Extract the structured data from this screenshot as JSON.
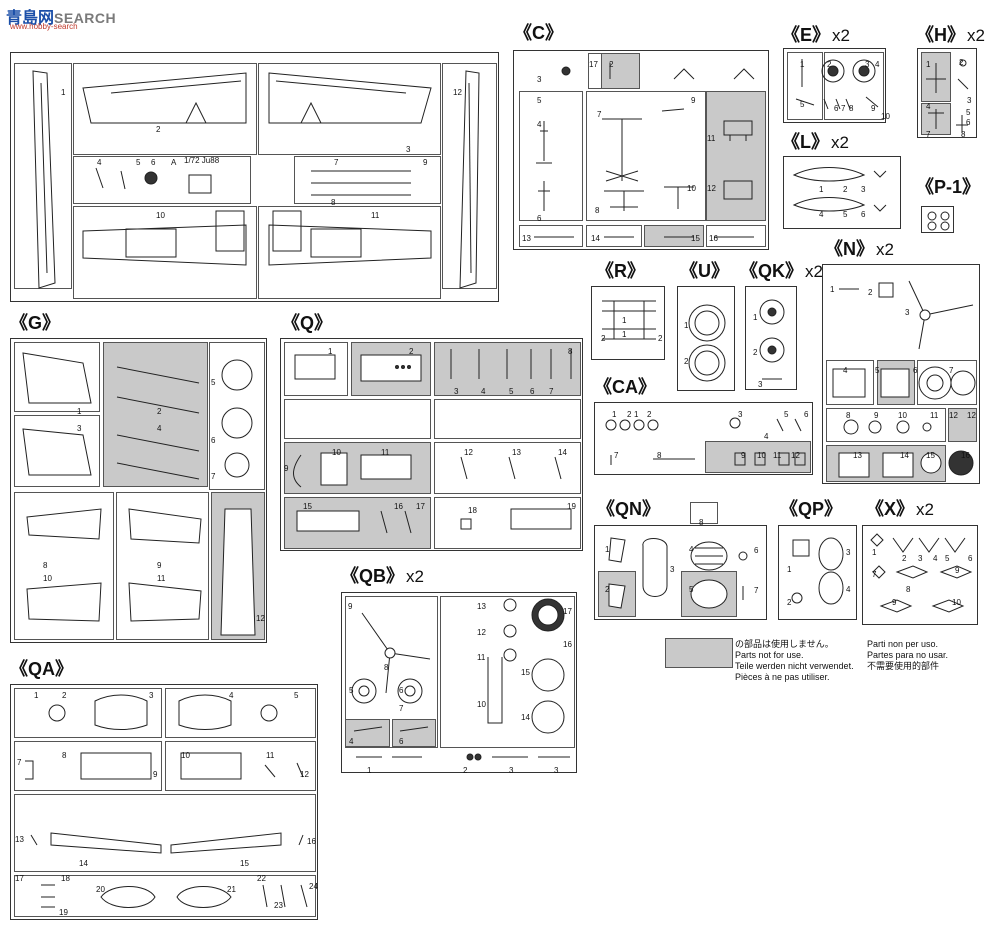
{
  "logo": {
    "mark": "青島网",
    "word": "SEARCH",
    "sub": "www.hobby-search"
  },
  "legend": {
    "left": [
      "の部品は使用しません。",
      "Parts not for use.",
      "Teile werden nicht verwendet.",
      "Pièces à ne pas utiliser."
    ],
    "right": [
      "Parti non per uso.",
      "Partes para no usar.",
      "不需要使用的部件"
    ]
  },
  "sprues": [
    {
      "id": "A",
      "label": "",
      "x2": "",
      "nums": [
        [
          "1",
          60,
          88
        ],
        [
          "2",
          155,
          125
        ],
        [
          "3",
          405,
          145
        ],
        [
          "4",
          96,
          158
        ],
        [
          "5",
          135,
          158
        ],
        [
          "6",
          150,
          158
        ],
        [
          "A",
          170,
          158
        ],
        [
          "1/72 Ju88",
          183,
          156
        ],
        [
          "7",
          333,
          158
        ],
        [
          "8",
          330,
          198
        ],
        [
          "9",
          422,
          158
        ],
        [
          "10",
          155,
          211
        ],
        [
          "11",
          370,
          211
        ],
        [
          "12",
          452,
          88
        ]
      ]
    },
    {
      "id": "C",
      "label": "《C》",
      "x2": "",
      "nums": [
        [
          "17",
          588,
          60
        ],
        [
          "2",
          608,
          60
        ],
        [
          "3",
          536,
          75
        ],
        [
          "4",
          536,
          120
        ],
        [
          "5",
          536,
          96
        ],
        [
          "7",
          596,
          110
        ],
        [
          "9",
          690,
          96
        ],
        [
          "11",
          706,
          134
        ],
        [
          "10",
          686,
          184
        ],
        [
          "12",
          706,
          184
        ],
        [
          "6",
          536,
          214
        ],
        [
          "8",
          594,
          206
        ],
        [
          "13",
          521,
          234
        ],
        [
          "14",
          590,
          234
        ],
        [
          "15",
          690,
          234
        ],
        [
          "16",
          708,
          234
        ]
      ]
    },
    {
      "id": "E",
      "label": "《E》",
      "x2": "x2",
      "nums": [
        [
          "1",
          799,
          60
        ],
        [
          "2",
          826,
          60
        ],
        [
          "3",
          864,
          60
        ],
        [
          "4",
          874,
          60
        ],
        [
          "5",
          799,
          100
        ],
        [
          "6",
          833,
          104
        ],
        [
          "7",
          840,
          104
        ],
        [
          "8",
          848,
          104
        ],
        [
          "9",
          870,
          104
        ],
        [
          "10",
          880,
          112
        ]
      ]
    },
    {
      "id": "H",
      "label": "《H》",
      "x2": "x2",
      "nums": [
        [
          "1",
          925,
          60
        ],
        [
          "2",
          958,
          58
        ],
        [
          "3",
          966,
          96
        ],
        [
          "4",
          925,
          102
        ],
        [
          "5",
          965,
          108
        ],
        [
          "6",
          965,
          118
        ],
        [
          "7",
          925,
          130
        ],
        [
          "8",
          960,
          130
        ]
      ]
    },
    {
      "id": "L",
      "label": "《L》",
      "x2": "x2",
      "nums": [
        [
          "1",
          818,
          185
        ],
        [
          "2",
          842,
          185
        ],
        [
          "3",
          860,
          185
        ],
        [
          "4",
          818,
          210
        ],
        [
          "5",
          842,
          210
        ],
        [
          "6",
          860,
          210
        ]
      ]
    },
    {
      "id": "P1",
      "label": "《P-1》",
      "x2": "",
      "nums": []
    },
    {
      "id": "G",
      "label": "《G》",
      "x2": "",
      "nums": [
        [
          "1",
          76,
          407
        ],
        [
          "2",
          156,
          407
        ],
        [
          "3",
          76,
          424
        ],
        [
          "4",
          156,
          424
        ],
        [
          "5",
          210,
          378
        ],
        [
          "6",
          210,
          436
        ],
        [
          "7",
          210,
          472
        ],
        [
          "8",
          42,
          561
        ],
        [
          "10",
          42,
          574
        ],
        [
          "9",
          156,
          561
        ],
        [
          "11",
          156,
          574
        ],
        [
          "12",
          255,
          614
        ]
      ]
    },
    {
      "id": "Q",
      "label": "《Q》",
      "x2": "",
      "nums": [
        [
          "1",
          327,
          347
        ],
        [
          "2",
          408,
          347
        ],
        [
          "3",
          453,
          387
        ],
        [
          "4",
          480,
          387
        ],
        [
          "5",
          508,
          387
        ],
        [
          "6",
          529,
          387
        ],
        [
          "7",
          548,
          387
        ],
        [
          "8",
          567,
          347
        ],
        [
          "9",
          283,
          464
        ],
        [
          "10",
          331,
          448
        ],
        [
          "11",
          380,
          448
        ],
        [
          "12",
          463,
          448
        ],
        [
          "13",
          511,
          448
        ],
        [
          "14",
          557,
          448
        ],
        [
          "15",
          302,
          502
        ],
        [
          "16",
          393,
          502
        ],
        [
          "17",
          415,
          502
        ],
        [
          "18",
          467,
          506
        ],
        [
          "19",
          566,
          502
        ]
      ]
    },
    {
      "id": "R",
      "label": "《R》",
      "x2": "",
      "nums": [
        [
          "1",
          621,
          316
        ],
        [
          "2",
          600,
          334
        ],
        [
          "1",
          621,
          330
        ],
        [
          "2",
          657,
          334
        ]
      ]
    },
    {
      "id": "U",
      "label": "《U》",
      "x2": "",
      "nums": [
        [
          "1",
          683,
          321
        ],
        [
          "2",
          683,
          357
        ]
      ]
    },
    {
      "id": "QK",
      "label": "《QK》",
      "x2": "x2",
      "nums": [
        [
          "1",
          752,
          313
        ],
        [
          "2",
          752,
          348
        ],
        [
          "3",
          757,
          380
        ]
      ]
    },
    {
      "id": "N",
      "label": "《N》",
      "x2": "x2",
      "nums": [
        [
          "1",
          829,
          285
        ],
        [
          "2",
          867,
          288
        ],
        [
          "3",
          904,
          308
        ],
        [
          "4",
          842,
          366
        ],
        [
          "5",
          874,
          366
        ],
        [
          "6",
          912,
          366
        ],
        [
          "7",
          948,
          366
        ],
        [
          "8",
          845,
          411
        ],
        [
          "9",
          873,
          411
        ],
        [
          "10",
          897,
          411
        ],
        [
          "11",
          929,
          411
        ],
        [
          "12",
          948,
          411
        ],
        [
          "12",
          966,
          411
        ],
        [
          "13",
          852,
          451
        ],
        [
          "14",
          899,
          451
        ],
        [
          "15",
          925,
          451
        ],
        [
          "16",
          960,
          451
        ]
      ]
    },
    {
      "id": "CA",
      "label": "《CA》",
      "x2": "",
      "nums": [
        [
          "1",
          611,
          410
        ],
        [
          "2",
          626,
          410
        ],
        [
          "1",
          633,
          410
        ],
        [
          "2",
          646,
          410
        ],
        [
          "3",
          737,
          410
        ],
        [
          "4",
          763,
          432
        ],
        [
          "5",
          783,
          410
        ],
        [
          "6",
          803,
          410
        ],
        [
          "7",
          613,
          451
        ],
        [
          "8",
          656,
          451
        ],
        [
          "9",
          740,
          451
        ],
        [
          "10",
          756,
          451
        ],
        [
          "11",
          772,
          451
        ],
        [
          "12",
          790,
          451
        ]
      ]
    },
    {
      "id": "QN",
      "label": "《QN》",
      "x2": "",
      "nums": [
        [
          "8",
          698,
          518
        ],
        [
          "1",
          604,
          545
        ],
        [
          "2",
          604,
          585
        ],
        [
          "3",
          669,
          565
        ],
        [
          "4",
          688,
          545
        ],
        [
          "5",
          688,
          585
        ],
        [
          "6",
          753,
          546
        ],
        [
          "7",
          753,
          586
        ]
      ]
    },
    {
      "id": "QP",
      "label": "《QP》",
      "x2": "",
      "nums": [
        [
          "1",
          786,
          565
        ],
        [
          "2",
          786,
          598
        ],
        [
          "3",
          845,
          548
        ],
        [
          "4",
          845,
          585
        ]
      ]
    },
    {
      "id": "X",
      "label": "《X》",
      "x2": "x2",
      "nums": [
        [
          "1",
          871,
          548
        ],
        [
          "2",
          901,
          554
        ],
        [
          "3",
          917,
          554
        ],
        [
          "4",
          932,
          554
        ],
        [
          "5",
          944,
          554
        ],
        [
          "6",
          967,
          554
        ],
        [
          "7",
          871,
          570
        ],
        [
          "8",
          905,
          585
        ],
        [
          "9",
          954,
          566
        ],
        [
          "9",
          891,
          598
        ],
        [
          "10",
          951,
          598
        ]
      ]
    },
    {
      "id": "QB",
      "label": "《QB》",
      "x2": "x2",
      "nums": [
        [
          "9",
          347,
          602
        ],
        [
          "8",
          383,
          663
        ],
        [
          "13",
          476,
          602
        ],
        [
          "12",
          476,
          628
        ],
        [
          "11",
          476,
          653
        ],
        [
          "17",
          562,
          607
        ],
        [
          "16",
          562,
          640
        ],
        [
          "10",
          476,
          700
        ],
        [
          "15",
          520,
          668
        ],
        [
          "14",
          520,
          713
        ],
        [
          "5",
          348,
          686
        ],
        [
          "6",
          398,
          686
        ],
        [
          "7",
          398,
          704
        ],
        [
          "4",
          348,
          737
        ],
        [
          "6",
          398,
          737
        ],
        [
          "1",
          366,
          766
        ],
        [
          "2",
          462,
          766
        ],
        [
          "3",
          508,
          766
        ],
        [
          "3",
          553,
          766
        ]
      ]
    },
    {
      "id": "QA",
      "label": "《QA》",
      "x2": "",
      "nums": [
        [
          "1",
          33,
          691
        ],
        [
          "2",
          61,
          691
        ],
        [
          "3",
          148,
          691
        ],
        [
          "4",
          228,
          691
        ],
        [
          "5",
          293,
          691
        ],
        [
          "7",
          16,
          758
        ],
        [
          "8",
          61,
          751
        ],
        [
          "9",
          152,
          770
        ],
        [
          "10",
          180,
          751
        ],
        [
          "11",
          265,
          751
        ],
        [
          "12",
          299,
          770
        ],
        [
          "13",
          14,
          835
        ],
        [
          "14",
          78,
          859
        ],
        [
          "15",
          239,
          859
        ],
        [
          "16",
          306,
          837
        ],
        [
          "17",
          14,
          874
        ],
        [
          "18",
          60,
          874
        ],
        [
          "19",
          58,
          908
        ],
        [
          "20",
          95,
          885
        ],
        [
          "21",
          226,
          885
        ],
        [
          "22",
          256,
          874
        ],
        [
          "23",
          273,
          901
        ],
        [
          "24",
          308,
          882
        ]
      ]
    }
  ]
}
